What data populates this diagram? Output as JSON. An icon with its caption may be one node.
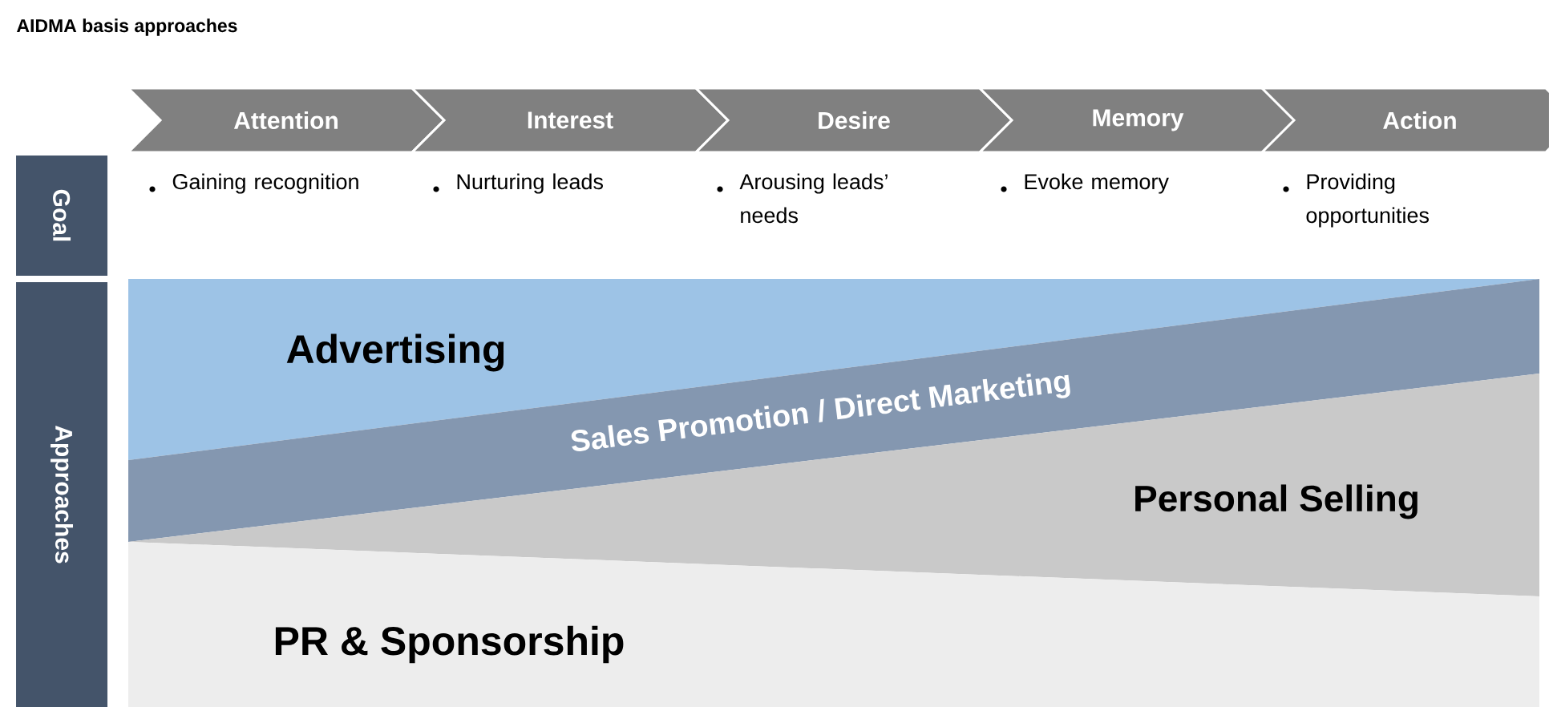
{
  "diagram": {
    "title": "AIDMA basis approaches",
    "nodes": [
      {
        "text": [
          "Attention"
        ],
        "beside": [
          "Gaining recognition"
        ]
      },
      {
        "text": [
          "Interest"
        ],
        "beside": [
          "Nurturing leads"
        ]
      },
      {
        "text": [
          "Desire"
        ],
        "beside": [
          "Arousing leads’ needs"
        ]
      },
      {
        "text": [
          "Memory"
        ],
        "beside": [
          "Evoke memory"
        ]
      },
      {
        "text": [
          "Action"
        ],
        "beside": [
          "Providing opportunities"
        ]
      },
      {
        "text": [
          "Goal"
        ]
      },
      {
        "text": [
          "Approaches"
        ]
      },
      {
        "text": [
          "Advertising"
        ]
      },
      {
        "text": [
          "Sales Promotion / Direct Marketing"
        ]
      },
      {
        "text": [
          "Personal Selling"
        ]
      },
      {
        "text": [
          "PR & Sponsorship"
        ]
      }
    ]
  }
}
